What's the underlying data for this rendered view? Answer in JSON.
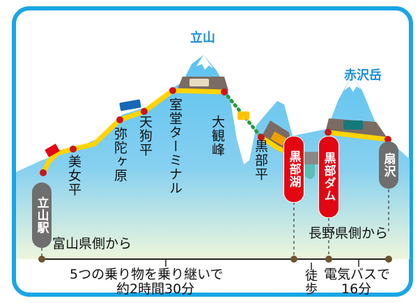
{
  "peaks": {
    "tateyama": "立山",
    "akazawa": "赤沢岳"
  },
  "stations": {
    "tateyama_eki": "立山駅",
    "bijodaira": "美女平",
    "midagahara": "弥陀ヶ原",
    "tengudaira": "天狗平",
    "murodo": "室堂ターミナル",
    "daikanbo": "大観峰",
    "kurobedaira": "黒部平",
    "kurobeko": "黒部湖",
    "kurobe_dam": "黒部ダム",
    "ogizawa": "扇沢"
  },
  "sides": {
    "toyama": "富山県側から",
    "nagano": "長野県側から"
  },
  "timeline": {
    "toyama_line1": "5つの乗り物を乗り継いで",
    "toyama_line2": "約2時間30分",
    "walk": "徒歩",
    "bus_line1": "電気バスで",
    "bus_line2": "16分"
  },
  "colors": {
    "frame": "#1aa5e6",
    "route": "#ffd400",
    "station_dot": "#c8161d",
    "ropeway": "#2a9a3a"
  }
}
